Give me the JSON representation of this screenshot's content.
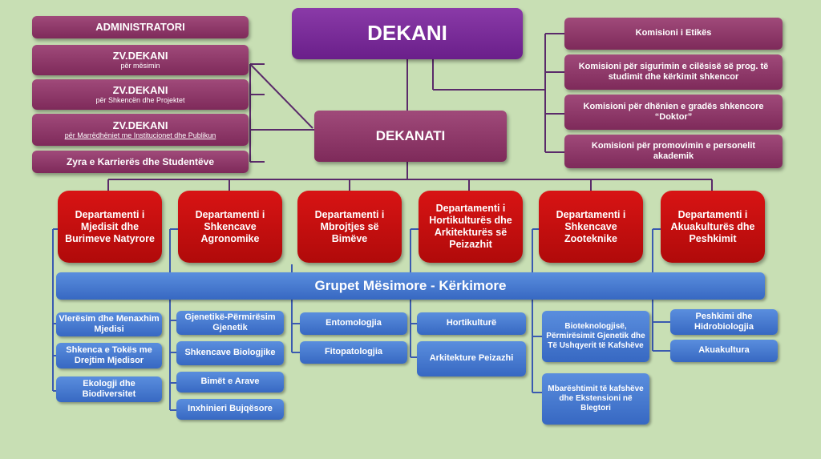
{
  "dean": "DEKANI",
  "deanate": "DEKANATI",
  "left": {
    "admin": "ADMINISTRATORI",
    "vice1": {
      "title": "ZV.DEKANI",
      "sub": "për mësimin"
    },
    "vice2": {
      "title": "ZV.DEKANI",
      "sub": "për Shkencën dhe Projektet"
    },
    "vice3": {
      "title": "ZV.DEKANI",
      "sub": "për Marrëdhëniet me Institucionet dhe Publikun"
    },
    "careers": "Zyra e Karrierës dhe Studentëve"
  },
  "commissions": [
    "Komisioni i Etikës",
    "Komisioni për sigurimin e cilësisë së prog. të studimit dhe kërkimit shkencor",
    "Komisioni për dhënien e gradës shkencore “Doktor”",
    "Komisioni për promovimin e personelit akademik"
  ],
  "departments": [
    "Departamenti i Mjedisit dhe Burimeve Natyrore",
    "Departamenti i Shkencave Agronomike",
    "Departamenti i Mbrojtjes së Bimëve",
    "Departamenti i Hortikulturës dhe Arkitekturës së Peizazhit",
    "Departamenti i Shkencave Zooteknike",
    "Departamenti i Akuakulturës dhe Peshkimit"
  ],
  "groups_bar": "Grupet Mësimore - Kërkimore",
  "groups": [
    [
      "Vlerësim dhe Menaxhim Mjedisi",
      "Shkenca e Tokës me Drejtim Mjedisor",
      "Ekologji dhe Biodiversitet"
    ],
    [
      "Gjenetikë-Përmirësim Gjenetik",
      "Shkencave Biologjike",
      "Bimët e Arave",
      "Inxhinieri Bujqësore"
    ],
    [
      "Entomologjia",
      "Fitopatologjia"
    ],
    [
      "Hortikulturë",
      "Arkitekture Peizazhi"
    ],
    [
      "Bioteknologjisë, Përmirësimit Gjenetik dhe Të Ushqyerit të Kafshëve",
      "Mbarështimit të kafshëve dhe Ekstensioni në Blegtori"
    ],
    [
      "Peshkimi dhe Hidrobiologjia",
      "Akuakultura"
    ]
  ],
  "colors": {
    "dean": "#7a2a9a",
    "staff": "#8e3a6a",
    "department": "#c80f0f",
    "group": "#4a7ad0",
    "background": "#c8dfb4"
  }
}
